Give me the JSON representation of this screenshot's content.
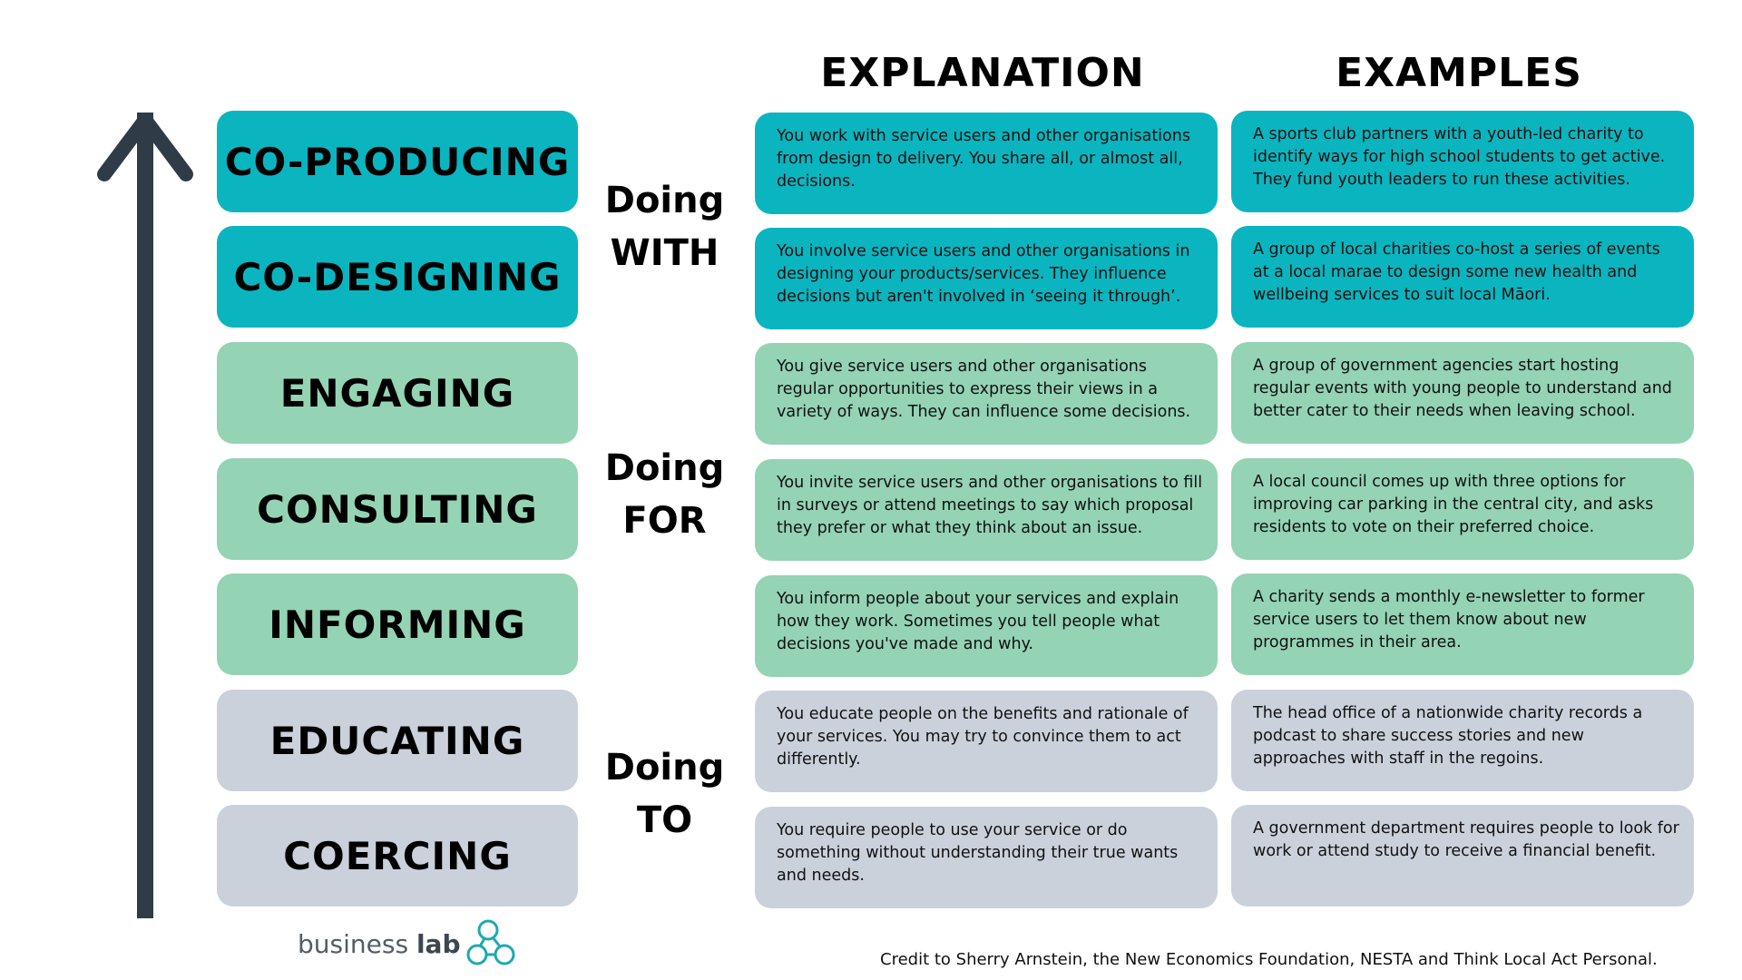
{
  "headers": {
    "explanation": "EXPLANATION",
    "examples": "EXAMPLES"
  },
  "colors": {
    "doing_with": "#0ab5bf",
    "doing_for": "#94d3b4",
    "doing_to": "#cbd1db",
    "arrow": "#2f3b46"
  },
  "groups": [
    {
      "line1": "Doing",
      "line2": "WITH"
    },
    {
      "line1": "Doing",
      "line2": "FOR"
    },
    {
      "line1": "Doing",
      "line2": "TO"
    }
  ],
  "rows": [
    {
      "level": "CO-PRODUCING",
      "explanation": "You work with service users and other organisations from design to delivery. You share all, or almost all, decisions.",
      "example": "A sports club partners with a youth-led charity to identify ways for high school students to get active. They fund youth leaders to run these activities."
    },
    {
      "level": "CO-DESIGNING",
      "explanation": "You involve service users and other organisations in designing your products/services. They influence decisions but aren't involved in ‘seeing it through’.",
      "example": "A group of local charities co-host a series of events at a local marae to design some new health and wellbeing services to suit local Māori."
    },
    {
      "level": "ENGAGING",
      "explanation": "You give service users and other organisations regular opportunities to express their views in a variety of ways. They can influence some decisions.",
      "example": "A group of government agencies start hosting regular events with young people to understand and better cater to their needs when leaving school."
    },
    {
      "level": "CONSULTING",
      "explanation": "You invite service users and other organisations to fill in surveys or attend meetings to say which proposal they prefer or what they think about an issue.",
      "example": "A local council comes up with three options for improving car parking in the central city, and asks residents to vote on their preferred choice."
    },
    {
      "level": "INFORMING",
      "explanation": "You inform people about your services and explain how they work. Sometimes you tell people what decisions you've made and why.",
      "example": "A charity sends a monthly e-newsletter to former service users to let them know about new programmes in their area."
    },
    {
      "level": "EDUCATING",
      "explanation": "You educate people on the benefits and rationale of your services. You may try to convince them to act differently.",
      "example": "The head office of a nationwide charity records a podcast to share success stories and new approaches with staff in the regoins."
    },
    {
      "level": "COERCING",
      "explanation": "You require people to use your service or do something without understanding their true wants and needs.",
      "example": "A government department requires people to look for work or attend study to receive a financial benefit."
    }
  ],
  "logo": {
    "word1": "business",
    "word2": "lab"
  },
  "credit": "Credit to Sherry Arnstein, the New Economics Foundation, NESTA and Think Local Act Personal."
}
